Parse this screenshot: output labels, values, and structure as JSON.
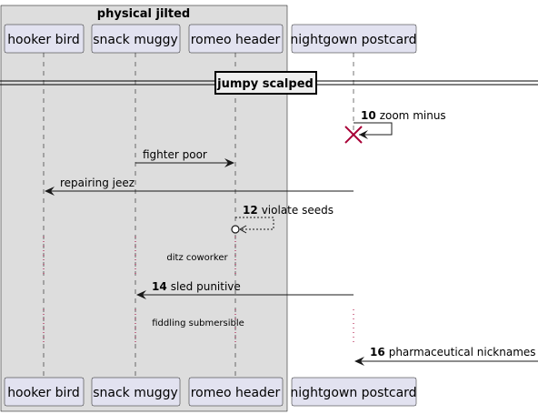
{
  "group": {
    "title": "physical jilted"
  },
  "participants": [
    {
      "id": "p1",
      "label": "hooker bird"
    },
    {
      "id": "p2",
      "label": "snack muggy"
    },
    {
      "id": "p3",
      "label": "romeo header"
    },
    {
      "id": "p4",
      "label": "nightgown postcard"
    }
  ],
  "divider": {
    "label": "jumpy scalped"
  },
  "messages": [
    {
      "id": "m10",
      "number": "10",
      "label": "zoom minus",
      "from": "nightgown postcard",
      "to": "nightgown postcard",
      "style": "solid",
      "self": true,
      "destroy": true
    },
    {
      "id": "m11",
      "number": "",
      "label": "fighter poor",
      "from": "snack muggy",
      "to": "romeo header",
      "style": "solid"
    },
    {
      "id": "m12",
      "number": "",
      "label": "repairing jeez",
      "from": "nightgown postcard",
      "to": "hooker bird",
      "style": "solid"
    },
    {
      "id": "m13",
      "number": "12",
      "label": "violate seeds",
      "from": "romeo header",
      "to": "romeo header",
      "style": "dashed",
      "self": true,
      "circle_end": true
    },
    {
      "id": "m14",
      "number": "14",
      "label": "sled punitive",
      "from": "nightgown postcard",
      "to": "snack muggy",
      "style": "solid"
    },
    {
      "id": "m16",
      "number": "16",
      "label": "pharmaceutical nicknames",
      "from": "(outside)",
      "to": "nightgown postcard",
      "style": "solid",
      "incoming": true
    }
  ],
  "delays": [
    {
      "label": "ditz coworker"
    },
    {
      "label": "fiddling submersible"
    }
  ],
  "colors": {
    "group_fill": "#dddddd",
    "participant_fill": "#e2e2f0",
    "participant_border": "#181818",
    "destroy": "#a80036",
    "delay_dots": "#a80036"
  }
}
